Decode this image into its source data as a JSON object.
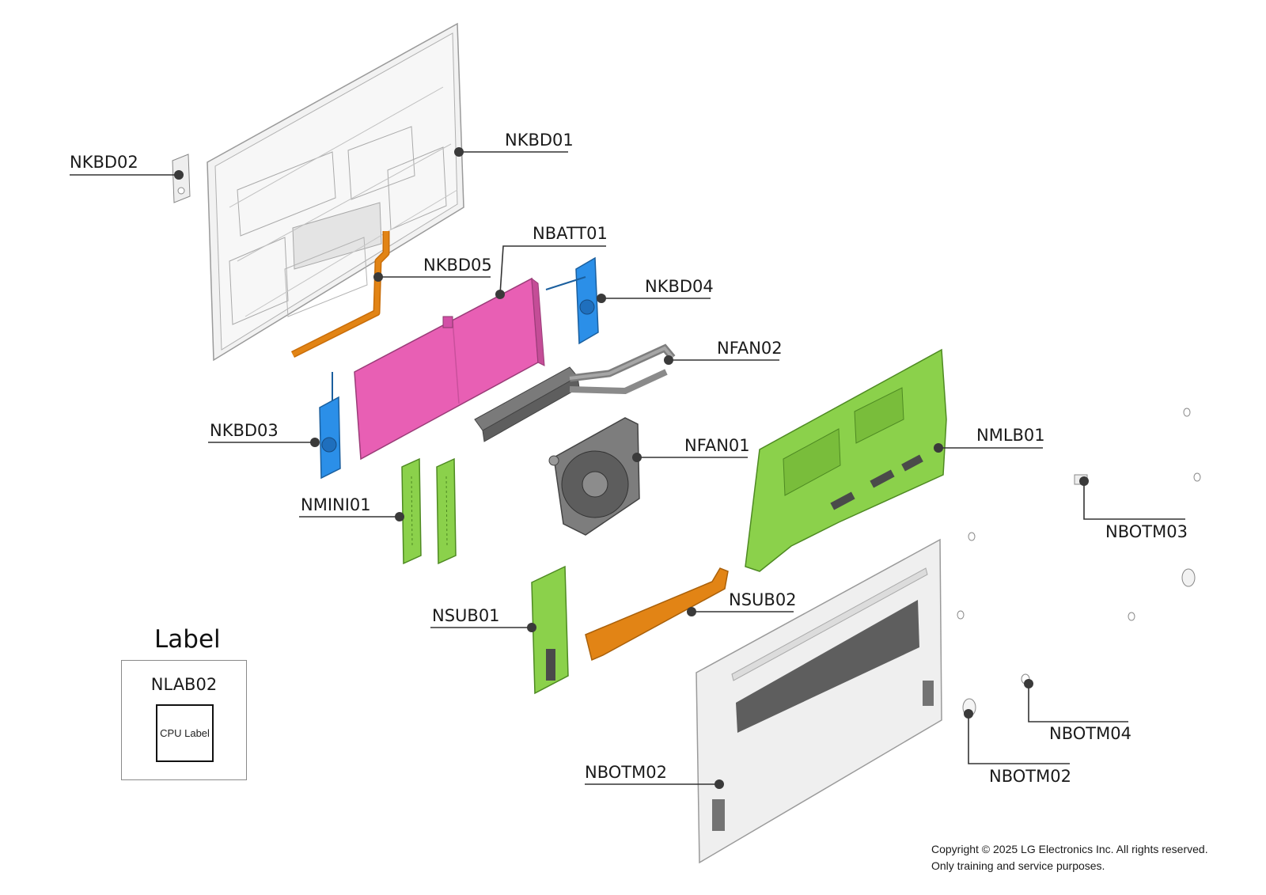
{
  "parts": {
    "nkbd01": "NKBD01",
    "nkbd02": "NKBD02",
    "nkbd05": "NKBD05",
    "nbatt01": "NBATT01",
    "nkbd04": "NKBD04",
    "nfan02": "NFAN02",
    "nkbd03": "NKBD03",
    "nfan01": "NFAN01",
    "nmlb01": "NMLB01",
    "nmini01": "NMINI01",
    "nbotm03": "NBOTM03",
    "nsub02": "NSUB02",
    "nsub01": "NSUB01",
    "nbotm04": "NBOTM04",
    "nbotm02_left": "NBOTM02",
    "nbotm02_right": "NBOTM02"
  },
  "label_section": {
    "heading": "Label",
    "code": "NLAB02",
    "box_text": "CPU Label"
  },
  "copyright": {
    "line1": "Copyright © 2025 LG Electronics Inc. All rights reserved.",
    "line2": "Only training and service purposes."
  },
  "colors": {
    "battery": "#e85fb4",
    "board_green": "#8bd14b",
    "speaker_blue": "#2b8fe8",
    "cable_orange": "#d9780a",
    "fan_gray": "#8a8a8a",
    "case_light": "#efefef",
    "leader": "#333333"
  }
}
